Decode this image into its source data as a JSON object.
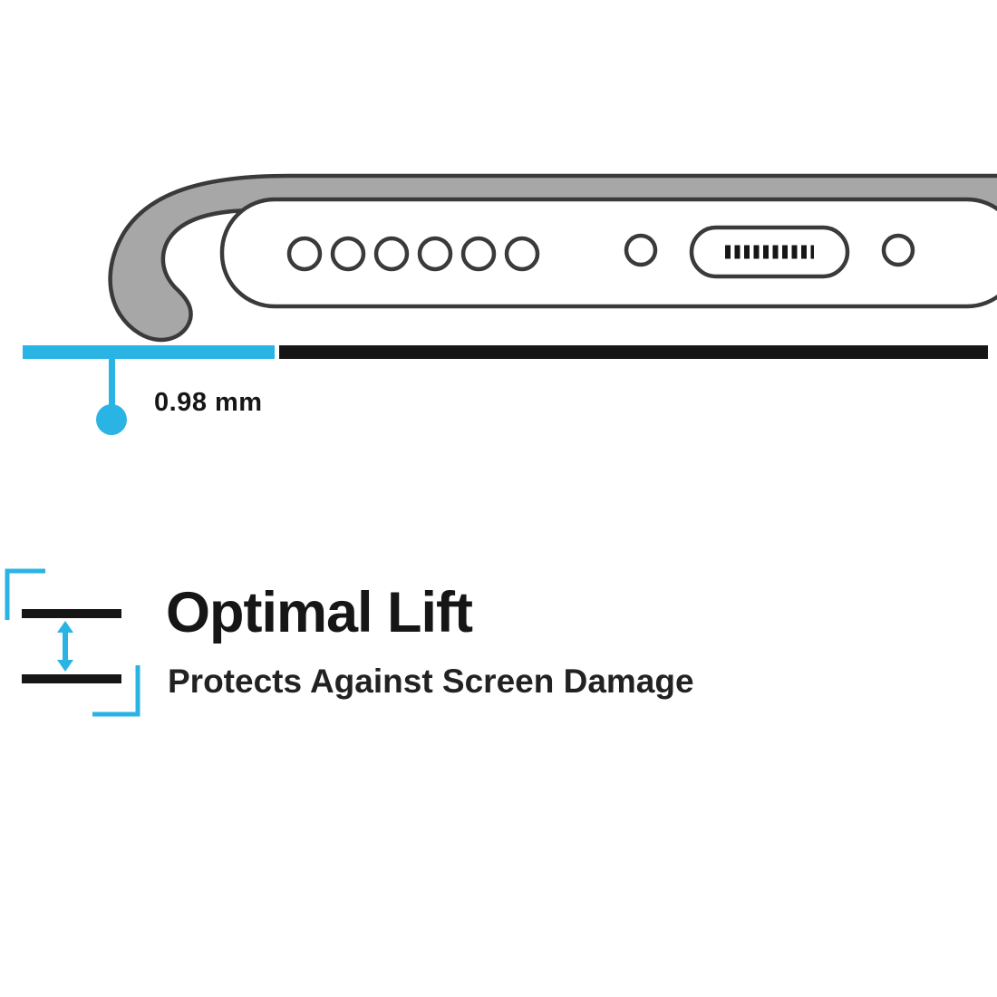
{
  "colors": {
    "accent_cyan": "#2ab4e4",
    "ink_black": "#161616",
    "case_gray": "#a7a7a7",
    "outline_dark": "#3a3a3a"
  },
  "measurement": {
    "label": "0.98 mm"
  },
  "feature": {
    "title": "Optimal Lift",
    "subtitle": "Protects Against Screen Damage"
  }
}
